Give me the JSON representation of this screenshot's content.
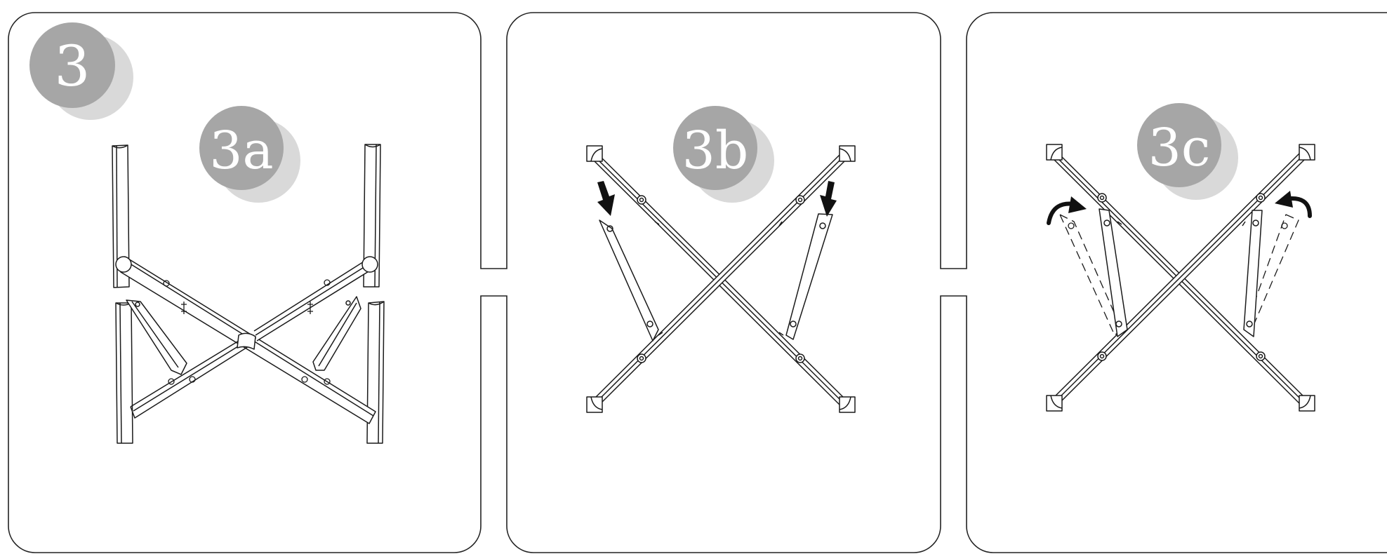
{
  "step": {
    "number": "3"
  },
  "panels": [
    {
      "id": "3a",
      "label": "3a"
    },
    {
      "id": "3b",
      "label": "3b"
    },
    {
      "id": "3c",
      "label": "3c"
    }
  ],
  "colors": {
    "badge_front": "#a6a6a6",
    "badge_shadow": "#d9d9d9",
    "line": "#1a1a1a",
    "frame": "#222222",
    "background": "#ffffff"
  },
  "icons": [
    "arrow-down-icon",
    "rotate-arrow-icon"
  ]
}
